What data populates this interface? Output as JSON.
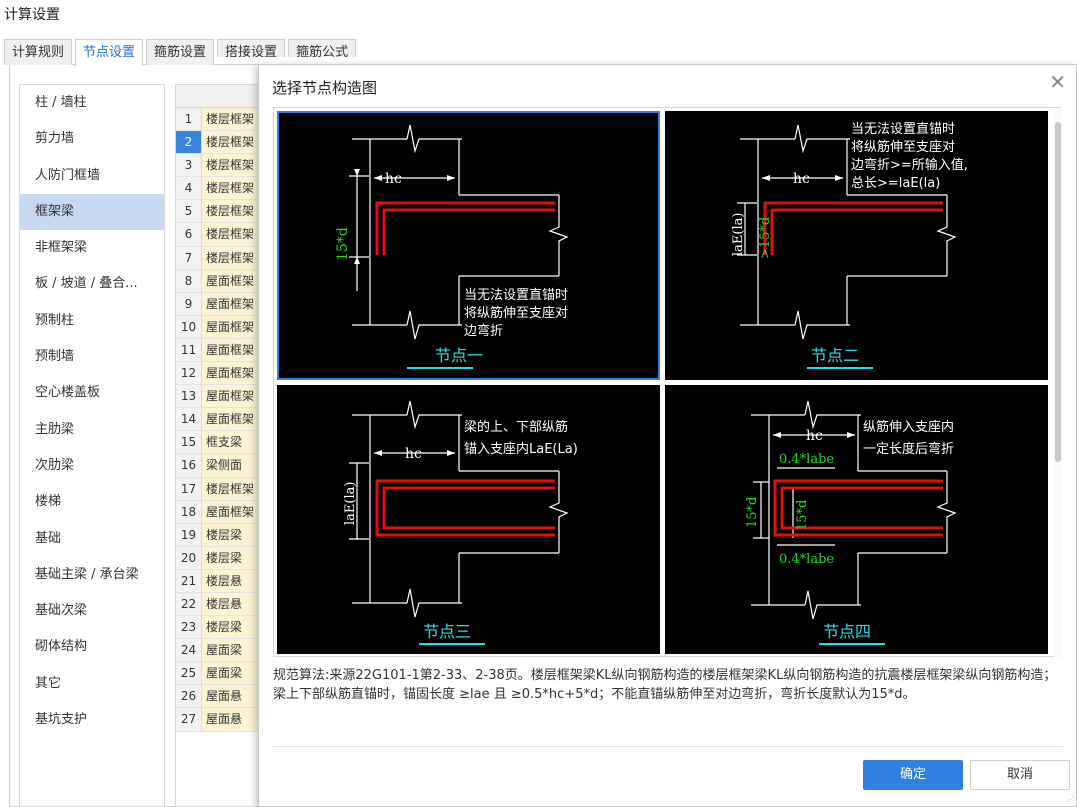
{
  "window": {
    "title": "计算设置"
  },
  "tabs": [
    {
      "label": "计算规则"
    },
    {
      "label": "节点设置"
    },
    {
      "label": "箍筋设置"
    },
    {
      "label": "搭接设置"
    },
    {
      "label": "箍筋公式"
    }
  ],
  "left_nav": {
    "items": [
      "柱 / 墙柱",
      "剪力墙",
      "人防门框墙",
      "框架梁",
      "非框架梁",
      "板 / 坡道 / 叠合...",
      "预制柱",
      "预制墙",
      "空心楼盖板",
      "主肋梁",
      "次肋梁",
      "楼梯",
      "基础",
      "基础主梁 / 承台梁",
      "基础次梁",
      "砌体结构",
      "其它",
      "基坑支护"
    ],
    "selected": "框架梁"
  },
  "grid": {
    "rows": [
      {
        "num": "1",
        "name": "楼层框架"
      },
      {
        "num": "2",
        "name": "楼层框架"
      },
      {
        "num": "3",
        "name": "楼层框架"
      },
      {
        "num": "4",
        "name": "楼层框架"
      },
      {
        "num": "5",
        "name": "楼层框架"
      },
      {
        "num": "6",
        "name": "楼层框架"
      },
      {
        "num": "7",
        "name": "楼层框架"
      },
      {
        "num": "8",
        "name": "屋面框架"
      },
      {
        "num": "9",
        "name": "屋面框架"
      },
      {
        "num": "10",
        "name": "屋面框架"
      },
      {
        "num": "11",
        "name": "屋面框架"
      },
      {
        "num": "12",
        "name": "屋面框架"
      },
      {
        "num": "13",
        "name": "屋面框架"
      },
      {
        "num": "14",
        "name": "屋面框架"
      },
      {
        "num": "15",
        "name": "框支梁"
      },
      {
        "num": "16",
        "name": "梁侧面"
      },
      {
        "num": "17",
        "name": "楼层框架"
      },
      {
        "num": "18",
        "name": "屋面框架"
      },
      {
        "num": "19",
        "name": "楼层梁"
      },
      {
        "num": "20",
        "name": "楼层梁"
      },
      {
        "num": "21",
        "name": "楼层悬"
      },
      {
        "num": "22",
        "name": "楼层悬"
      },
      {
        "num": "23",
        "name": "楼层梁"
      },
      {
        "num": "24",
        "name": "屋面梁"
      },
      {
        "num": "25",
        "name": "屋面梁"
      },
      {
        "num": "26",
        "name": "屋面悬"
      },
      {
        "num": "27",
        "name": "屋面悬"
      }
    ],
    "selected_num": "2"
  },
  "dialog": {
    "title": "选择节点构造图",
    "close_glyph": "✕",
    "cells": [
      {
        "caption": "节点一",
        "labels": {
          "hc": "hc",
          "d15": "15*d",
          "note1": "当无法设置直锚时",
          "note2": "将纵筋伸至支座对",
          "note3": "边弯折"
        }
      },
      {
        "caption": "节点二",
        "labels": {
          "hc": "hc",
          "lae": "laE(la)",
          "d15": ">15*d",
          "note1": "当无法设置直锚时",
          "note2": "将纵筋伸至支座对",
          "note3": "边弯折>=所输入值,",
          "note4": "总长>=laE(la)"
        }
      },
      {
        "caption": "节点三",
        "labels": {
          "hc": "hc",
          "lae": "laE(la)",
          "note1": "梁的上、下部纵筋",
          "note2": "锚入支座内LaE(La)"
        }
      },
      {
        "caption": "节点四",
        "labels": {
          "hc": "hc",
          "labe_top": "0.4*labe",
          "labe_bot": "0.4*labe",
          "d15a": "15*d",
          "d15b": "15*d",
          "note1": "纵筋伸入支座内",
          "note2": "一定长度后弯折"
        }
      }
    ],
    "selected_cell": "节点一",
    "description": "规范算法:来源22G101-1第2-33、2-38页。楼层框架梁KL纵向钢筋构造的楼层框架梁KL纵向钢筋构造的抗震楼层框架梁纵向钢筋构造；梁上下部纵筋直锚时，锚固长度 ≥lae 且 ≥0.5*hc+5*d；不能直锚纵筋伸至对边弯折，弯折长度默认为15*d。",
    "ok_label": "确定",
    "cancel_label": "取消"
  },
  "colors": {
    "accent": "#2f7fe0",
    "rebar": "#e01010",
    "dim_green": "#22dd22",
    "caption_cyan": "#22e0e0"
  }
}
